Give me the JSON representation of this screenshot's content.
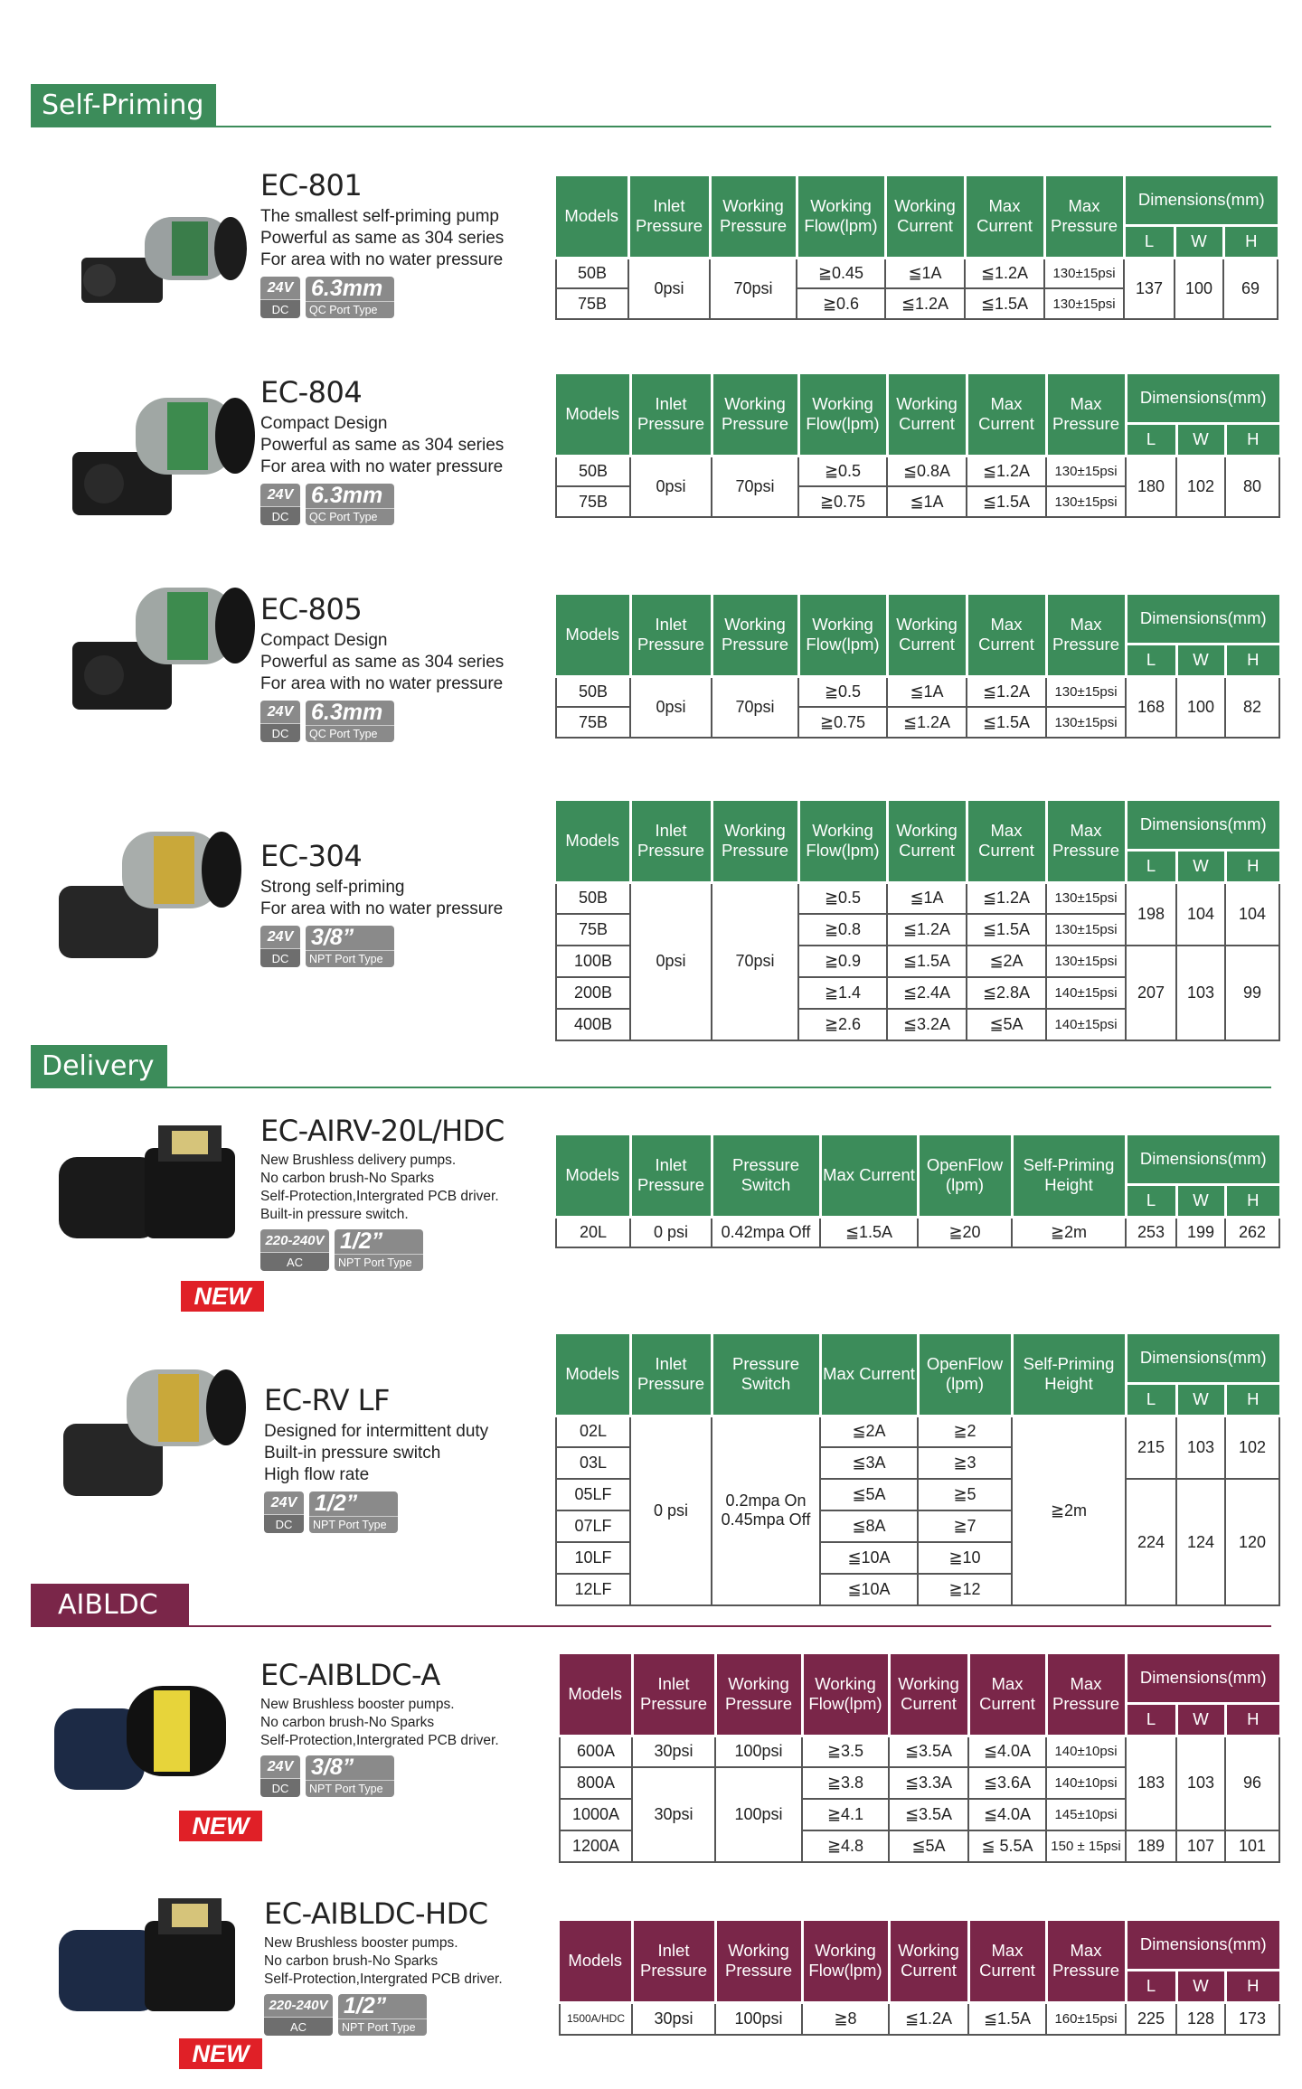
{
  "sections": [
    {
      "title": "Self-Priming",
      "color": "#3c8c5a"
    },
    {
      "title": "Delivery",
      "color": "#3c8c5a"
    },
    {
      "title": "AIBLDC",
      "color": "#7a2649"
    }
  ],
  "headers": {
    "models": "Models",
    "inlet": "Inlet Pressure",
    "working_pressure": "Working Pressure",
    "working_flow": "Working Flow(lpm)",
    "working_current": "Working Current",
    "max_current": "Max Current",
    "max_pressure": "Max Pressure",
    "dimensions": "Dimensions(mm)",
    "L": "L",
    "W": "W",
    "H": "H",
    "pressure_switch": "Pressure Switch",
    "openflow": "OpenFlow (lpm)",
    "self_priming_height": "Self-Priming Height"
  },
  "products": [
    {
      "name": "EC-801",
      "desc": [
        "The smallest self-priming pump",
        "Powerful as same as 304 series",
        "For area with no water pressure"
      ],
      "voltage": "24V",
      "type": "DC",
      "port": "6.3mm",
      "port_type": "QC Port Type",
      "rows": [
        [
          "50B",
          "≧0.45",
          "≦1A",
          "≦1.2A",
          "130±15psi"
        ],
        [
          "75B",
          "≧0.6",
          "≦1.2A",
          "≦1.5A",
          "130±15psi"
        ]
      ],
      "inlet": "0psi",
      "working": "70psi",
      "dims": [
        "137",
        "100",
        "69"
      ]
    },
    {
      "name": "EC-804",
      "desc": [
        "Compact Design",
        "Powerful as same as 304 series",
        "For area with no water pressure"
      ],
      "voltage": "24V",
      "type": "DC",
      "port": "6.3mm",
      "port_type": "QC Port Type",
      "rows": [
        [
          "50B",
          "≧0.5",
          "≦0.8A",
          "≦1.2A",
          "130±15psi"
        ],
        [
          "75B",
          "≧0.75",
          "≦1A",
          "≦1.5A",
          "130±15psi"
        ]
      ],
      "inlet": "0psi",
      "working": "70psi",
      "dims": [
        "180",
        "102",
        "80"
      ]
    },
    {
      "name": "EC-805",
      "desc": [
        "Compact Design",
        "Powerful as same as 304 series",
        "For area with no water pressure"
      ],
      "voltage": "24V",
      "type": "DC",
      "port": "6.3mm",
      "port_type": "QC Port Type",
      "rows": [
        [
          "50B",
          "≧0.5",
          "≦1A",
          "≦1.2A",
          "130±15psi"
        ],
        [
          "75B",
          "≧0.75",
          "≦1.2A",
          "≦1.5A",
          "130±15psi"
        ]
      ],
      "inlet": "0psi",
      "working": "70psi",
      "dims": [
        "168",
        "100",
        "82"
      ]
    },
    {
      "name": "EC-304",
      "desc": [
        "Strong self-priming",
        "For area with no water pressure"
      ],
      "voltage": "24V",
      "type": "DC",
      "port": "3/8”",
      "port_type": "NPT Port Type",
      "rows": [
        [
          "50B",
          "≧0.5",
          "≦1A",
          "≦1.2A",
          "130±15psi"
        ],
        [
          "75B",
          "≧0.8",
          "≦1.2A",
          "≦1.5A",
          "130±15psi"
        ],
        [
          "100B",
          "≧0.9",
          "≦1.5A",
          "≦2A",
          "130±15psi"
        ],
        [
          "200B",
          "≧1.4",
          "≦2.4A",
          "≦2.8A",
          "140±15psi"
        ],
        [
          "400B",
          "≧2.6",
          "≦3.2A",
          "≦5A",
          "140±15psi"
        ]
      ],
      "inlet": "0psi",
      "working": "70psi",
      "dims": [
        "198",
        "104",
        "104"
      ],
      "dims2": [
        "207",
        "103",
        "99"
      ]
    },
    {
      "name": "EC-AIRV-20L/HDC",
      "desc": [
        "New Brushless delivery pumps.",
        "No carbon brush-No Sparks",
        "Self-Protection,Intergrated PCB driver.",
        "Built-in pressure switch."
      ],
      "voltage": "220-240V",
      "type": "AC",
      "port": "1/2”",
      "port_type": "NPT Port Type",
      "new": "NEW",
      "row": [
        "20L",
        "0 psi",
        "0.42mpa Off",
        "≦1.5A",
        "≧20",
        "≧2m"
      ],
      "dims": [
        "253",
        "199",
        "262"
      ]
    },
    {
      "name": "EC-RV LF",
      "desc": [
        "Designed for intermittent duty",
        "Built-in pressure switch",
        "High flow rate"
      ],
      "voltage": "24V",
      "type": "DC",
      "port": "1/2”",
      "port_type": "NPT Port Type",
      "rows": [
        [
          "02L",
          "≦2A",
          "≧2"
        ],
        [
          "03L",
          "≦3A",
          "≧3"
        ],
        [
          "05LF",
          "≦5A",
          "≧5"
        ],
        [
          "07LF",
          "≦8A",
          "≧7"
        ],
        [
          "10LF",
          "≦10A",
          "≧10"
        ],
        [
          "12LF",
          "≦10A",
          "≧12"
        ]
      ],
      "inlet": "0 psi",
      "switch": "0.2mpa On 0.45mpa Off",
      "height": "≧2m",
      "dims": [
        "215",
        "103",
        "102"
      ],
      "dims2": [
        "224",
        "124",
        "120"
      ]
    },
    {
      "name": "EC-AIBLDC-A",
      "desc": [
        "New Brushless booster pumps.",
        "No carbon brush-No Sparks",
        "Self-Protection,Intergrated PCB driver."
      ],
      "voltage": "24V",
      "type": "DC",
      "port": "3/8”",
      "port_type": "NPT Port Type",
      "new": "NEW",
      "rows": [
        [
          "600A",
          "≧3.5",
          "≦3.5A",
          "≦4.0A",
          "140±10psi"
        ],
        [
          "800A",
          "≧3.8",
          "≦3.3A",
          "≦3.6A",
          "140±10psi"
        ],
        [
          "1000A",
          "≧4.1",
          "≦3.5A",
          "≦4.0A",
          "145±10psi"
        ],
        [
          "1200A",
          "≧4.8",
          "≦5A",
          "≦ 5.5A",
          "150 ± 15psi"
        ]
      ],
      "inlet1": "30psi",
      "inlet2": "30psi",
      "working1": "100psi",
      "working2": "100psi",
      "dims": [
        "183",
        "103",
        "96"
      ],
      "dims2": [
        "189",
        "107",
        "101"
      ]
    },
    {
      "name": "EC-AIBLDC-HDC",
      "desc": [
        "New Brushless booster pumps.",
        "No carbon brush-No Sparks",
        "Self-Protection,Intergrated PCB driver."
      ],
      "voltage": "220-240V",
      "type": "AC",
      "port": "1/2”",
      "port_type": "NPT Port Type",
      "new": "NEW",
      "row": [
        "1500A/HDC",
        "30psi",
        "100psi",
        "≧8",
        "≦1.2A",
        "≦1.5A",
        "160±15psi"
      ],
      "dims": [
        "225",
        "128",
        "173"
      ]
    }
  ]
}
